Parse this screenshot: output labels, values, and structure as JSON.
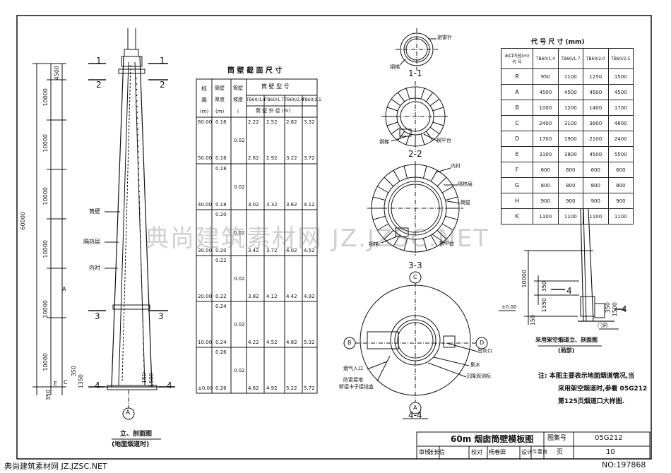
{
  "title_block": {
    "drawing_title": "60m 烟囱筒壁模板图",
    "atlas_label": "图集号",
    "atlas_no": "05G212",
    "page_label": "页",
    "page_no": "10",
    "signatures": [
      "审核",
      "张长信",
      "",
      "校对",
      "杨春田",
      "",
      "设计",
      "牛春良",
      ""
    ]
  },
  "elevation": {
    "total_height": "60000",
    "segments": [
      "4500",
      "10000",
      "10000",
      "10000",
      "10000",
      "10000",
      "10000"
    ],
    "labels": {
      "wall": "筒壁",
      "insulation": "隔热层",
      "lining": "内衬"
    },
    "dims_small": [
      "350",
      "1350",
      "350",
      "E",
      "C",
      "A",
      "150",
      "1500",
      "350"
    ],
    "section_marks": [
      "1",
      "1",
      "2",
      "2",
      "3",
      "3",
      "4",
      "4"
    ],
    "axis": "A",
    "caption_main": "立、剖面图",
    "caption_sub": "(地面烟道时)"
  },
  "wall_table": {
    "title": "筒 壁 截 面 尺 寸",
    "col_elev": [
      "标",
      "高",
      "(m)"
    ],
    "col_thick": [
      "筒壁",
      "厚度",
      "(m)"
    ],
    "col_slope": [
      "筒壁",
      "坡度",
      "i"
    ],
    "col_type": "筒 壁 型 号",
    "types": [
      "TB60/1.4",
      "TB60/1.7",
      "TB60/2.0",
      "TB60/2.5"
    ],
    "col_dia": "筒 壁 外 径 (m)",
    "elevations": [
      "60.00",
      "50.00",
      "40.00",
      "30.00",
      "20.00",
      "10.00",
      "±0.00"
    ],
    "slope": "0.02",
    "rows": [
      {
        "thick_top": "0.16",
        "thick_bot": "0.16",
        "top": [
          "2.22",
          "2.52",
          "2.82",
          "3.32"
        ],
        "bot": [
          "2.62",
          "2.92",
          "3.22",
          "3.72"
        ]
      },
      {
        "thick_top": "0.18",
        "thick_bot": "0.18",
        "top": [],
        "bot": [
          "3.02",
          "3.32",
          "3.62",
          "4.12"
        ]
      },
      {
        "thick_top": "0.20",
        "thick_bot": "0.20",
        "top": [],
        "bot": [
          "3.42",
          "3.72",
          "4.02",
          "4.52"
        ]
      },
      {
        "thick_top": "0.22",
        "thick_bot": "0.22",
        "top": [],
        "bot": [
          "3.82",
          "4.12",
          "4.42",
          "4.92"
        ]
      },
      {
        "thick_top": "0.24",
        "thick_bot": "0.24",
        "top": [],
        "bot": [
          "4.22",
          "4.52",
          "4.82",
          "5.32"
        ]
      },
      {
        "thick_top": "0.26",
        "thick_bot": "0.26",
        "top": [],
        "bot": [
          "4.62",
          "4.92",
          "5.22",
          "5.72"
        ]
      }
    ]
  },
  "sections": {
    "s1": {
      "name": "1-1",
      "ladder": "钢梯",
      "lightning": "避雷针"
    },
    "s2": {
      "name": "2-2",
      "ladder": "钢梯",
      "platform": "钢平台"
    },
    "s3": {
      "name": "3-3",
      "lining": "内衬",
      "insulation": "隔热层",
      "wall": "筒壁",
      "ladder": "钢梯",
      "platform": "钢平台"
    },
    "s4": {
      "name": "4-4",
      "axis_c": "C",
      "axis_b": "B",
      "axis_d": "D",
      "axis_a": "A",
      "ash_door": "出灰口",
      "drain": "集水",
      "flue_inlet": "烟气入口",
      "settle_mark": "沉降观测标",
      "ground_pin": "防雷接地",
      "ground_pin2": "断接卡子接线盒"
    }
  },
  "code_table": {
    "title": "代 号 尺 寸 (mm)",
    "corner_top": "出口内径(m)",
    "corner_bot": "代 号",
    "types": [
      "TB60/1.4",
      "TB60/1.7",
      "TB60/2.0",
      "TB60/2.5"
    ],
    "rows": [
      {
        "code": "R",
        "vals": [
          "950",
          "1100",
          "1250",
          "1500"
        ]
      },
      {
        "code": "A",
        "vals": [
          "4500",
          "4500",
          "4500",
          "4500"
        ]
      },
      {
        "code": "B",
        "vals": [
          "1000",
          "1200",
          "1400",
          "1700"
        ]
      },
      {
        "code": "C",
        "vals": [
          "2400",
          "3100",
          "3800",
          "4800"
        ]
      },
      {
        "code": "D",
        "vals": [
          "1700",
          "1900",
          "2100",
          "2400"
        ]
      },
      {
        "code": "E",
        "vals": [
          "3100",
          "3800",
          "4500",
          "5500"
        ]
      },
      {
        "code": "F",
        "vals": [
          "600",
          "600",
          "600",
          "600"
        ]
      },
      {
        "code": "G",
        "vals": [
          "800",
          "800",
          "800",
          "800"
        ]
      },
      {
        "code": "H",
        "vals": [
          "900",
          "900",
          "900",
          "900"
        ]
      },
      {
        "code": "K",
        "vals": [
          "1100",
          "1100",
          "1100",
          "1100"
        ]
      }
    ]
  },
  "detail": {
    "caption_main": "采用架空烟道立、剖面图",
    "caption_sub": "(局部)",
    "dims": [
      "10000",
      "350",
      "1350",
      "150",
      "±0.00",
      "350",
      "1500"
    ],
    "door": "门洞",
    "mark": "4"
  },
  "note": {
    "line1": "注: 本图主要表示地面烟道情况,当",
    "line2": "采用架空烟道时,参看 05G212",
    "line3": "第125页烟道口大样图."
  },
  "watermark": "典尚建筑素材网 JZ.JZSC.NET",
  "footer_left": "典尚建筑素材网 JZ.JZSC.NET",
  "footer_right": "NO:197868"
}
